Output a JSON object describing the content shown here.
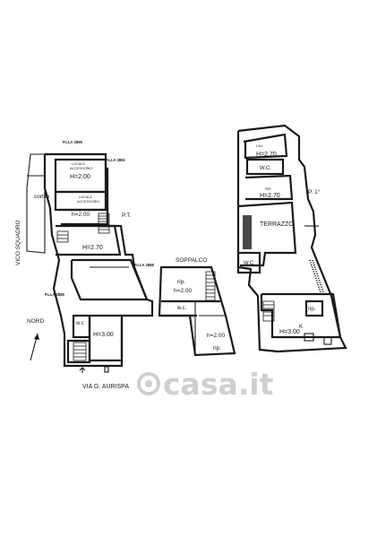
{
  "ground_floor": {
    "plla_2895": "P.LLA 2895",
    "plla_2892": "P.LLA 2892",
    "locale_accessorio_1_a": "LOCALE",
    "locale_accessorio_1_b": "ACCESSORIO",
    "h_200_a": "H=2.00",
    "cortile": "cortile",
    "locale_accessorio_2_a": "LOCALE",
    "locale_accessorio_2_b": "ACCESSORIO",
    "h_200_b": "h=2.00",
    "pt": "P.T.",
    "h_270": "H=2.70",
    "plla_2888": "P.LLA 2888",
    "plla_2889": "P.LLA 2889",
    "wc": "w.c",
    "h_300": "H=3.00",
    "vico_squadro": "VICO SQUADRO",
    "nord": "NORD",
    "via_aurispa": "VIA G. AURISPA"
  },
  "soppalco": {
    "title": "SOPPALCO",
    "rip_top": "rip.",
    "h_200_top": "h=2.00",
    "wc": "w.c.",
    "h_200_bottom": "h=2.00",
    "rip_bottom": "rip."
  },
  "first_floor": {
    "lav": "LAV.",
    "h_270_top": "H=2.70",
    "wc_top": "W.C.",
    "rip": "RIP.",
    "h_270_mid": "H=2.70",
    "p1": "P. 1°",
    "terrazzo": "TERRAZZO",
    "wc_side": "W.C",
    "rip_small": "rip.",
    "k": "K",
    "h_300": "H=3.00"
  },
  "watermark": {
    "text": "casa.it"
  }
}
